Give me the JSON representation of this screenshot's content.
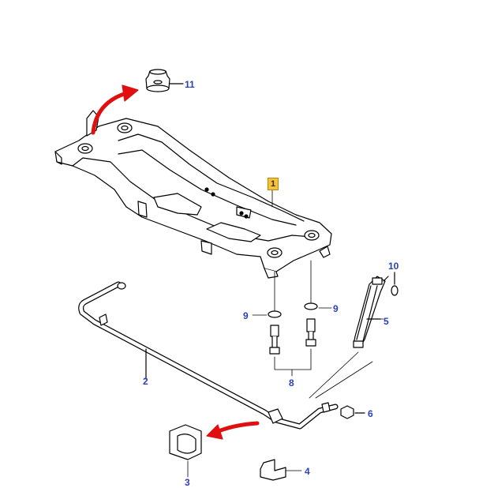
{
  "colors": {
    "callout_blue": "#2a3fb8",
    "highlight_yellow": "#f5c23a",
    "arrow_red": "#e01010",
    "line": "#000000"
  },
  "callouts": {
    "c1": "1",
    "c2": "2",
    "c3": "3",
    "c4": "4",
    "c5": "5",
    "c6": "6",
    "c8": "8",
    "c9a": "9",
    "c9b": "9",
    "c10": "10",
    "c11": "11"
  }
}
